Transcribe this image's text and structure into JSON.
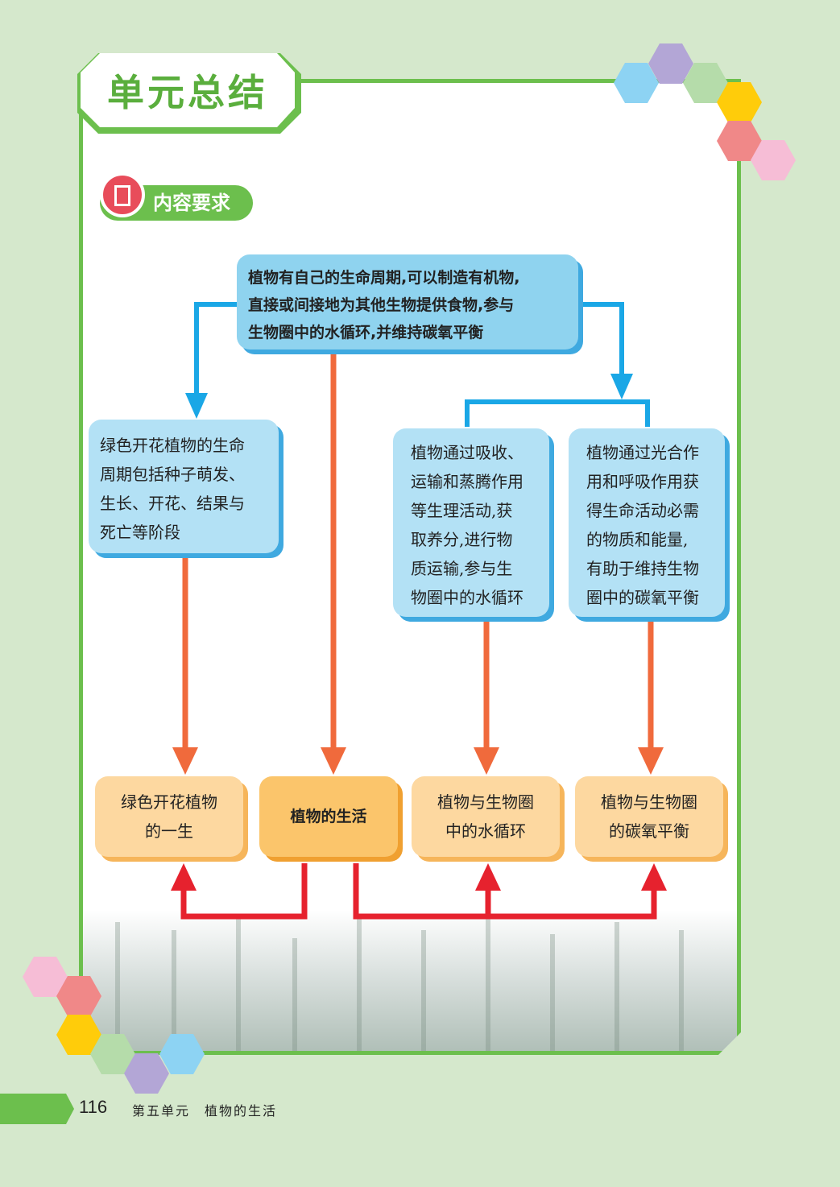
{
  "header": {
    "title": "单元总结",
    "section_label": "内容要求"
  },
  "diagram": {
    "top_box": "植物有自己的生命周期,可以制造有机物,\n直接或间接地为其他生物提供食物,参与\n生物圈中的水循环,并维持碳氧平衡",
    "lifecycle_box": "绿色开花植物的生命\n周期包括种子萌发、\n生长、开花、结果与\n死亡等阶段",
    "water_box": "植物通过吸收、\n运输和蒸腾作用\n等生理活动,获\n取养分,进行物\n质运输,参与生\n物圈中的水循环",
    "carbon_box": "植物通过光合作\n用和呼吸作用获\n得生命活动必需\n的物质和能量,\n有助于维持生物\n圈中的碳氧平衡",
    "topics": {
      "lifecycle": "绿色开花植物\n的一生",
      "center": "植物的生活",
      "water": "植物与生物圈\n中的水循环",
      "carbon": "植物与生物圈\n的碳氧平衡"
    }
  },
  "colors": {
    "frame_green": "#6cbf4d",
    "blue_arrow": "#1aa7e6",
    "orange_arrow": "#f06a3c",
    "red_arrow": "#e6222e"
  },
  "footer": {
    "page_number": "116",
    "chapter": "第五单元　植物的生活"
  }
}
